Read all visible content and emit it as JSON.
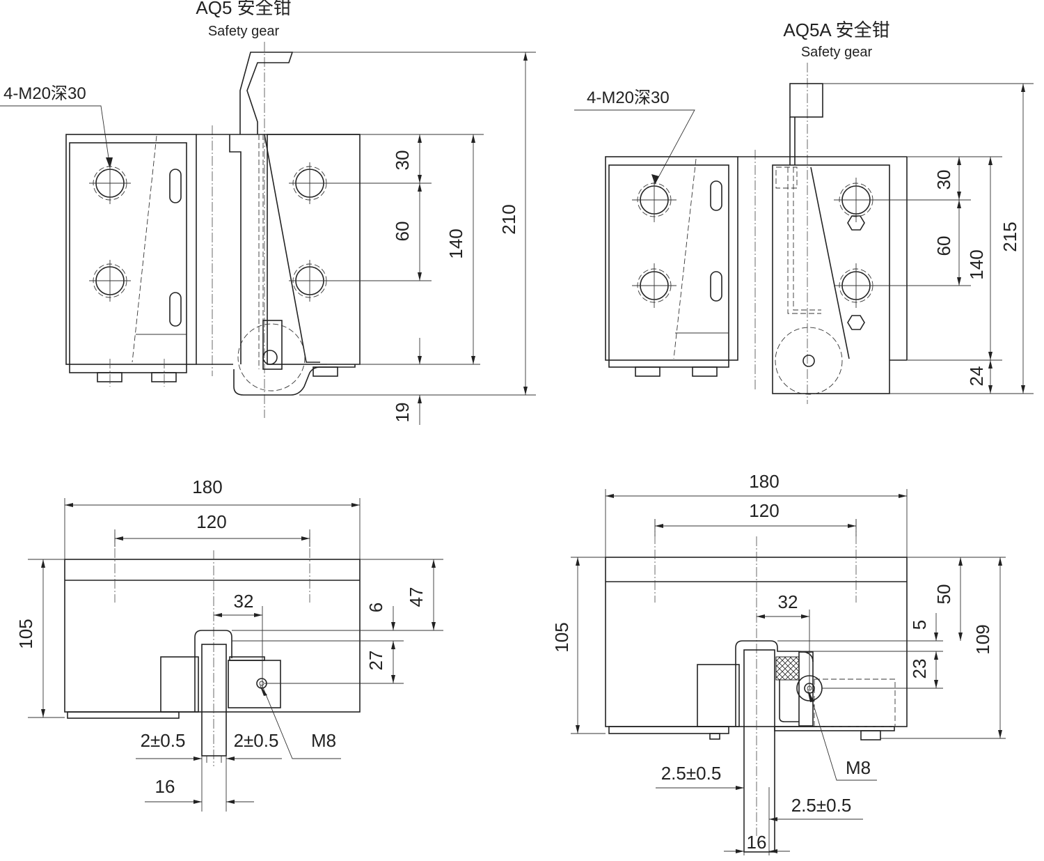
{
  "views": {
    "aq5_side": {
      "title": "AQ5 安全钳",
      "subtitle": "Safety gear",
      "thread_note": "4-M20深30",
      "dims": {
        "a": "30",
        "b": "60",
        "c": "140",
        "d": "210",
        "e": "19"
      }
    },
    "aq5a_side": {
      "title": "AQ5A 安全钳",
      "subtitle": "Safety gear",
      "thread_note": "4-M20深30",
      "dims": {
        "a": "30",
        "b": "60",
        "c": "140",
        "d": "215",
        "e": "24"
      }
    },
    "aq5_top": {
      "dims": {
        "w": "180",
        "holes": "120",
        "h": "105",
        "off": "32",
        "a": "47",
        "b": "6",
        "c": "27",
        "gap_l": "2±0.5",
        "gap_r": "2±0.5",
        "rail": "16",
        "bolt": "M8"
      }
    },
    "aq5a_top": {
      "dims": {
        "w": "180",
        "holes": "120",
        "h": "105",
        "off": "32",
        "a": "50",
        "b": "5",
        "c": "23",
        "d": "109",
        "gap_l": "2.5±0.5",
        "gap_r": "2.5±0.5",
        "rail": "16",
        "bolt": "M8"
      }
    }
  }
}
